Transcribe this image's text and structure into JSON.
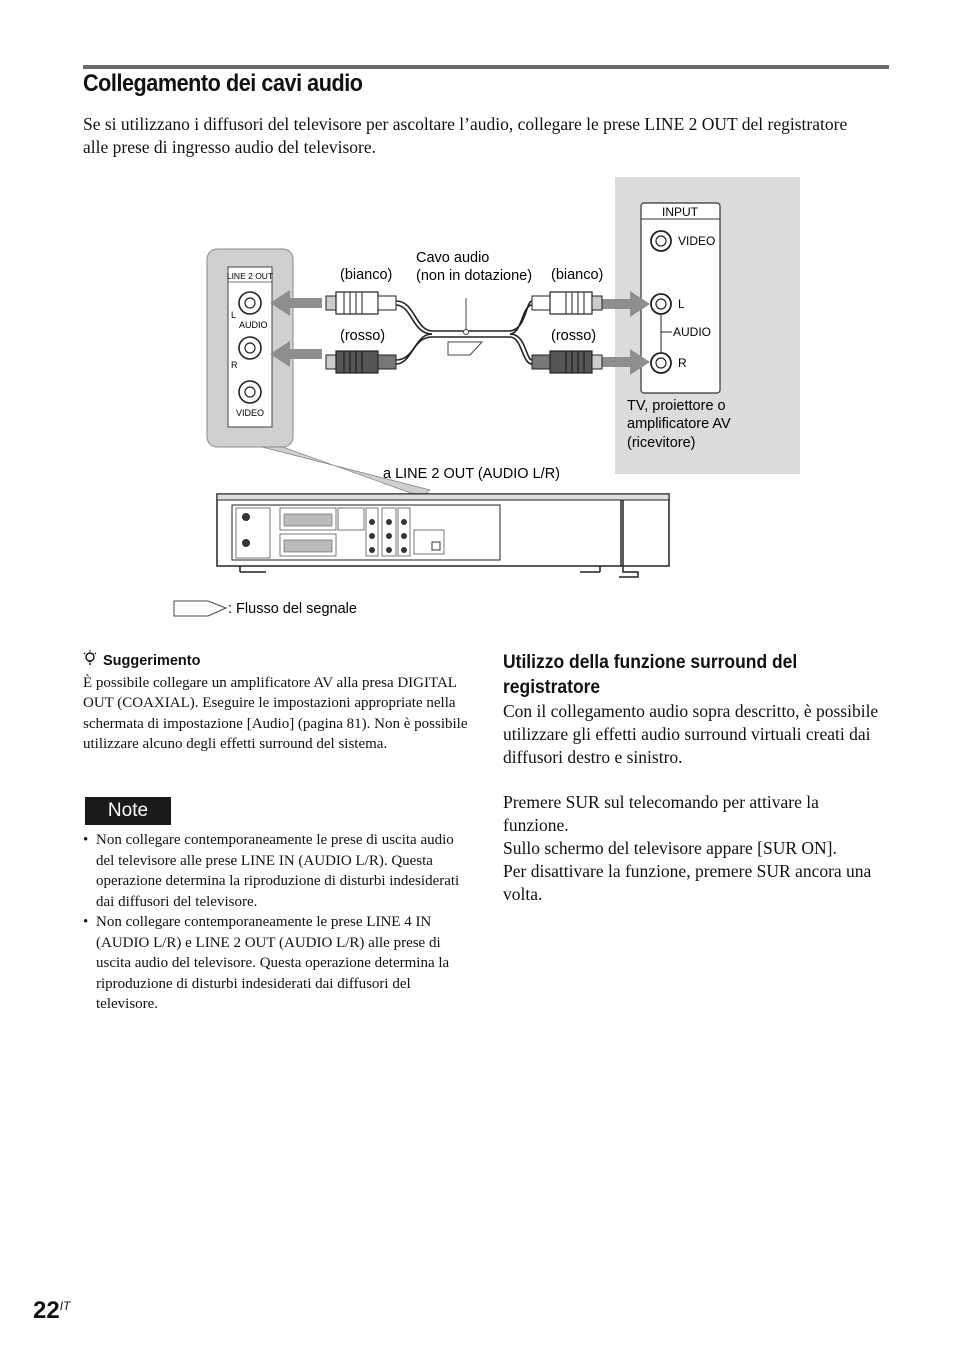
{
  "page": {
    "title": "Collegamento dei cavi audio",
    "intro": "Se si utilizzano i diffusori del televisore per ascoltare l’audio, collegare le prese LINE 2 OUT del registratore alle prese di ingresso audio del televisore.",
    "page_number": "22",
    "page_suffix": "IT"
  },
  "diagram": {
    "recorder_panel": {
      "title": "LINE 2 OUT",
      "l": "L",
      "audio": "AUDIO",
      "r": "R",
      "video": "VIDEO"
    },
    "cable": {
      "label_line1": "Cavo audio",
      "label_line2": "(non in dotazione)",
      "left_white": "(bianco)",
      "left_red": "(rosso)",
      "right_white": "(bianco)",
      "right_red": "(rosso)"
    },
    "tv_panel": {
      "title": "INPUT",
      "video": "VIDEO",
      "l": "L",
      "audio": "AUDIO",
      "r": "R",
      "caption_line1": "TV, proiettore o",
      "caption_line2": "amplificatore AV",
      "caption_line3": "(ricevitore)"
    },
    "line2_label": "a LINE 2 OUT (AUDIO L/R)",
    "signal_legend": ": Flusso del segnale"
  },
  "tip": {
    "heading": "Suggerimento",
    "text": "È possibile collegare un amplificatore AV alla presa DIGITAL OUT (COAXIAL). Eseguire le impostazioni appropriate nella schermata di impostazione [Audio] (pagina 81). Non è possibile utilizzare alcuno degli effetti surround del sistema."
  },
  "note": {
    "label": "Note",
    "items": [
      "Non collegare contemporaneamente le prese di uscita audio del televisore alle prese LINE IN (AUDIO L/R). Questa operazione determina la riproduzione di disturbi indesiderati dai diffusori del televisore.",
      "Non collegare contemporaneamente le prese LINE 4 IN (AUDIO L/R) e LINE 2 OUT (AUDIO L/R) alle prese di uscita audio del televisore. Questa operazione determina la riproduzione di disturbi indesiderati dai diffusori del televisore."
    ]
  },
  "surround": {
    "heading": "Utilizzo della funzione surround del registratore",
    "para1": "Con il collegamento audio sopra descritto, è possibile utilizzare gli effetti audio surround virtuali creati dai diffusori destro e sinistro.",
    "para2": "Premere SUR sul telecomando per attivare la funzione.",
    "para3": "Sullo schermo del televisore appare [SUR ON].",
    "para4": "Per disattivare la funzione, premere SUR ancora una volta."
  }
}
